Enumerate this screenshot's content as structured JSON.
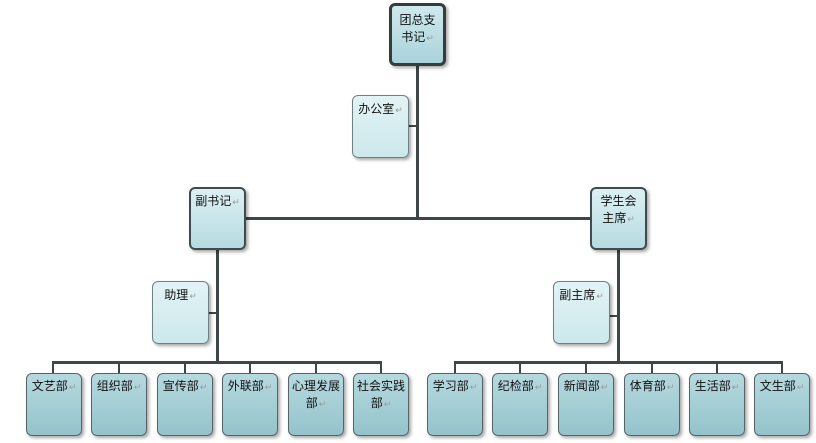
{
  "org": {
    "top": "团总支书记",
    "office": "办公室",
    "deputy_secretary": "副书记",
    "assistant": "助理",
    "student_president": "学生会主席",
    "vice_president": "副主席",
    "left_departments": [
      "文艺部",
      "组织部",
      "宣传部",
      "外联部",
      "心理发展部",
      "社会实践部"
    ],
    "right_departments": [
      "学习部",
      "纪检部",
      "新闻部",
      "体育部",
      "生活部",
      "文生部"
    ],
    "return_mark": "↵"
  }
}
